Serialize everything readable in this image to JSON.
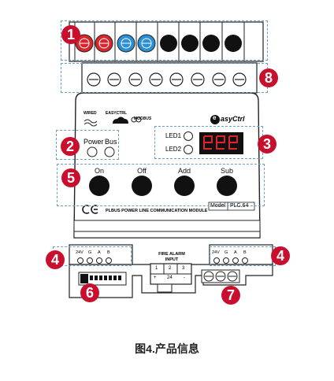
{
  "callouts": {
    "c1": "1",
    "c2": "2",
    "c3": "3",
    "c4a": "4",
    "c4b": "4",
    "c5": "5",
    "c6": "6",
    "c7": "7",
    "c8": "8"
  },
  "brand": {
    "wired": "WIRED",
    "easyctrl_small": "EASYCTRL",
    "modbus": "MODBUS",
    "logo_text": "asyCtrl",
    "logo_letter": "e"
  },
  "indicators": {
    "power": "Power",
    "bus": "Bus",
    "led1": "LED1",
    "led2": "LED2"
  },
  "buttons": {
    "on": "On",
    "off": "Off",
    "add": "Add",
    "sub": "Sub"
  },
  "device": {
    "model_label": "Model",
    "model_value": "PLC.64",
    "description": "PLBUS POWER LINE COMMUNICATION MODULE"
  },
  "terminals": {
    "left": [
      "24V",
      "G",
      "A",
      "B"
    ],
    "right": [
      "24V",
      "G",
      "A",
      "B"
    ],
    "fire_title": "FIRE ALARM",
    "fire_sub": "INPUT",
    "fire_pins": [
      "1",
      "2",
      "3"
    ],
    "fire_plus": "+",
    "fire_24": "24",
    "fire_minus": "-"
  },
  "caption": "图4.产品信息",
  "colors": {
    "callout": "#c8102e",
    "red_terminal": "#d7262c",
    "blue_terminal": "#2b8fd6",
    "segment": "#e0202a"
  }
}
